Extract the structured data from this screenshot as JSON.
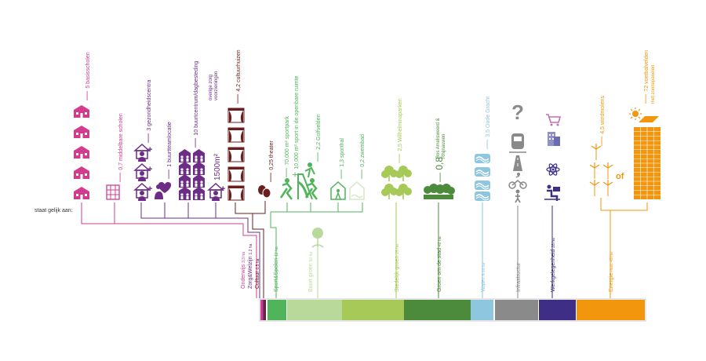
{
  "staat_label": "staat gelijk aan:",
  "colors": {
    "onderwijs": "#d23c8c",
    "zorg": "#6d2c86",
    "cultuur": "#6b1e1e",
    "sport": "#4fb45a",
    "buurtgroen": "#b8d99a",
    "stedelijk": "#a7c957",
    "groen_stad": "#4d8b3c",
    "water": "#8ec6e0",
    "infra": "#8a8a8a",
    "werk": "#3e2e86",
    "energie": "#f2960e"
  },
  "items": {
    "scholen": {
      "text": "5 basisscholen"
    },
    "middelbare": {
      "text": "0,7 middelbare scholen"
    },
    "gezondheid": {
      "text": "3 gezondheidscentra"
    },
    "buurtteam": {
      "text": "1 buurtteamlocatie"
    },
    "dagbesteding": {
      "text": "10 buurtcentrum/dagbesteding"
    },
    "overige_zorg": {
      "line1": "overige zorg",
      "line2": "voorzieningen",
      "text": "1500m²"
    },
    "cultuurhuizen": {
      "text": "4,2 cultuurhuizen"
    },
    "theater": {
      "text": "0,25 theater"
    },
    "sportpark": {
      "text": "70,000 m² sportpark"
    },
    "openbare_ruimte": {
      "text": "10,000 m² sport in de openbare ruimte"
    },
    "golfvelden": {
      "text": "2,2 Golfvelden"
    },
    "sporthal": {
      "text": "1,3 sporthal"
    },
    "zwembad": {
      "text": "0,2 zwembad"
    },
    "wilhelmina": {
      "text": "2,5 Wilhelminaparken"
    },
    "bos": {
      "num": "0,8",
      "line1": "Bos Amelisweerd &",
      "line2": "Rhijnauwen"
    },
    "oude_gracht": {
      "text": "3,5 Oude Gracht"
    },
    "windmolens": {
      "text": "4,5 windmolens"
    },
    "voetbalvelden": {
      "line1": "72 voetbalvelden",
      "line2": "met zonnepanelen"
    },
    "of": "of"
  },
  "categories": [
    {
      "key": "onderwijs",
      "name": "Onderwijs",
      "value": "3,3 ha"
    },
    {
      "key": "zorg",
      "name": "Zorg&Welzijn",
      "value": "1,2 ha"
    },
    {
      "key": "cultuur",
      "name": "Cultuur",
      "value": "0,5 ha"
    },
    {
      "key": "sport",
      "name": "Sport&Spelen",
      "value": "12 ha"
    },
    {
      "key": "buurtgroen",
      "name": "Buurt groen",
      "value": "50 ha"
    },
    {
      "key": "stedelijk",
      "name": "Stedelijk groen",
      "value": "25 ha"
    },
    {
      "key": "groen_stad",
      "name": "Groen om de stad",
      "value": "42 ha"
    },
    {
      "key": "water",
      "name": "Water",
      "value": "5-10 ha"
    },
    {
      "key": "infra",
      "name": "Infrastructur",
      "value": ""
    },
    {
      "key": "werk",
      "name": "Werkgelegenheid",
      "value": "28 ha"
    },
    {
      "key": "energie",
      "name": "Energie",
      "value": "max. 49 ha"
    }
  ],
  "icons": [
    "school-icon",
    "building-icon",
    "health-icon",
    "heart-icon",
    "daycare-icon",
    "theater-curtain-icon",
    "masks-icon",
    "sports-icon",
    "slide-icon",
    "sporthall-icon",
    "pool-icon",
    "tree-icon",
    "forest-icon",
    "lollipop-tree-icon",
    "water-icon",
    "question-icon",
    "train-icon",
    "road-icon",
    "cyclist-icon",
    "pedestrian-icon",
    "cart-icon",
    "office-icon",
    "atom-icon",
    "worker-icon",
    "windmill-icon",
    "sun-icon",
    "solar-panel-icon"
  ]
}
